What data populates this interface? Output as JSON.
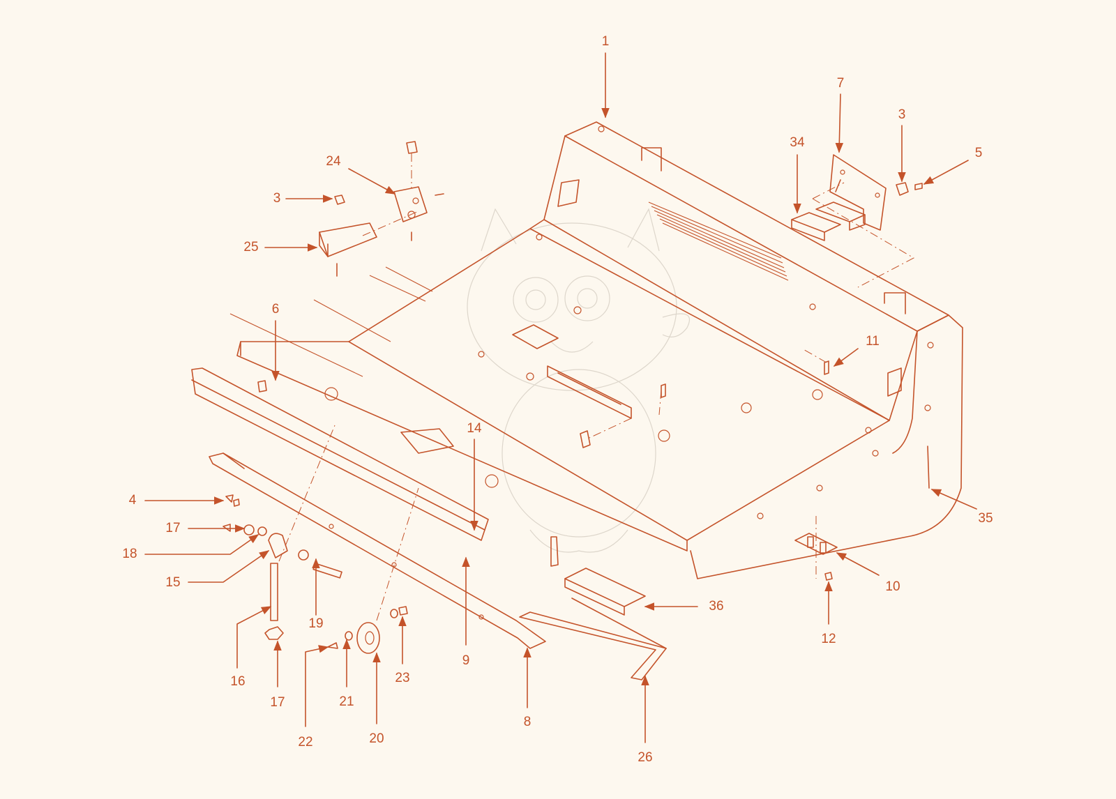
{
  "colors": {
    "line": "#c4532a",
    "background": "#fdf8ef",
    "fill": "#fbe9da",
    "watermark": "#ddd6cb"
  },
  "labels": {
    "p1": "1",
    "p3a": "3",
    "p3b": "3",
    "p4": "4",
    "p5": "5",
    "p6": "6",
    "p7": "7",
    "p8": "8",
    "p9": "9",
    "p10": "10",
    "p11": "11",
    "p12": "12",
    "p14": "14",
    "p15": "15",
    "p16": "16",
    "p17a": "17",
    "p17b": "17",
    "p18": "18",
    "p19": "19",
    "p20": "20",
    "p21": "21",
    "p22": "22",
    "p23": "23",
    "p24": "24",
    "p25": "25",
    "p26": "26",
    "p34": "34",
    "p35": "35",
    "p36": "36"
  }
}
